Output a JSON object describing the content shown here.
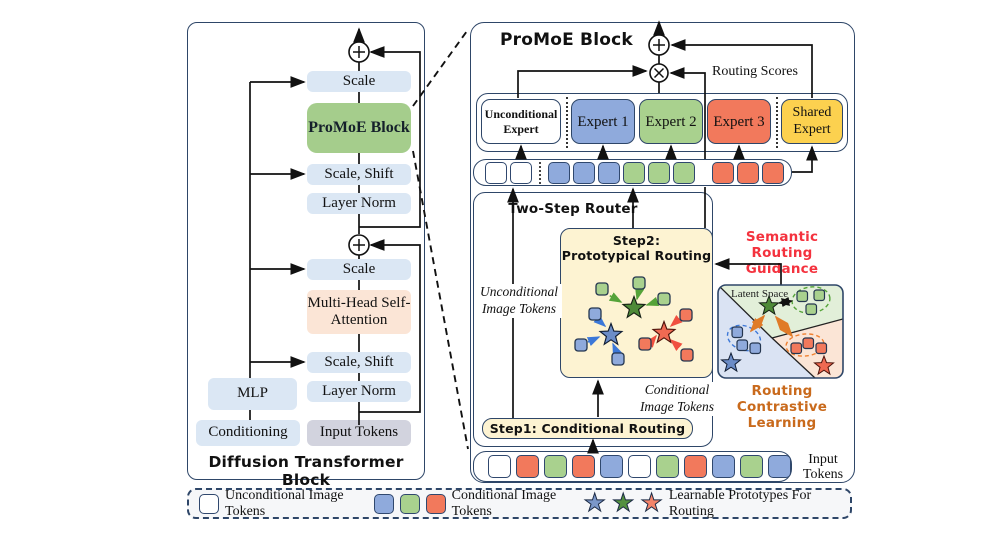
{
  "colors": {
    "panel_border": "#2e4668",
    "box_light_blue": "#dbe7f4",
    "promoe_green": "#a5cd8c",
    "attention_peach": "#fbe5d6",
    "input_tokens_gray": "#d2d3de",
    "expert_blue": "#8faadc",
    "expert_green": "#a9d18e",
    "expert_orange": "#f2795c",
    "shared_expert_yellow": "#fcd14f",
    "step_cream": "#fdf3d2",
    "semantic_red": "#f4323e",
    "contrastive_orange": "#c96a1c"
  },
  "left_panel": {
    "title": "Diffusion Transformer Block",
    "scale_top": "Scale",
    "promoe_block": "ProMoE Block",
    "scale_shift_top": "Scale, Shift",
    "layer_norm_top": "Layer Norm",
    "scale_mid": "Scale",
    "mhsa": "Multi-Head Self-Attention",
    "scale_shift_bot": "Scale, Shift",
    "layer_norm_bot": "Layer Norm",
    "mlp": "MLP",
    "conditioning": "Conditioning",
    "input_tokens": "Input Tokens"
  },
  "right_panel": {
    "title": "ProMoE Block",
    "routing_scores": "Routing Scores",
    "experts": [
      {
        "label": "Unconditional Expert",
        "color": "white"
      },
      {
        "label": "Expert 1",
        "color": "blue"
      },
      {
        "label": "Expert 2",
        "color": "green"
      },
      {
        "label": "Expert 3",
        "color": "orange"
      },
      {
        "label": "Shared Expert",
        "color": "yellow"
      }
    ],
    "routed_tokens": [
      "white",
      "white",
      "sep",
      "blue",
      "blue",
      "blue",
      "green",
      "green",
      "green",
      "orange",
      "orange",
      "orange"
    ],
    "router": {
      "title": "Two-Step Router",
      "step2_line1": "Step2:",
      "step2_line2": "Prototypical Routing",
      "step1": "Step1: Conditional Routing",
      "unconditional_label": "Unconditional Image Tokens",
      "conditional_label": "Conditional Image Tokens"
    },
    "semantic_guidance": "Semantic Routing Guidance",
    "latent_space_label": "Latent Space",
    "contrastive": "Routing Contrastive Learning",
    "input_tokens_label": "Input Tokens",
    "input_tokens": [
      "white",
      "orange",
      "green",
      "orange",
      "blue",
      "white",
      "green",
      "orange",
      "blue",
      "green",
      "blue"
    ]
  },
  "legend": {
    "unconditional": "Unconditional Image Tokens",
    "conditional": "Conditional Image Tokens",
    "prototypes": "Learnable Prototypes For Routing"
  },
  "icons": {
    "star": "★",
    "add": "+",
    "multiply": "×"
  }
}
